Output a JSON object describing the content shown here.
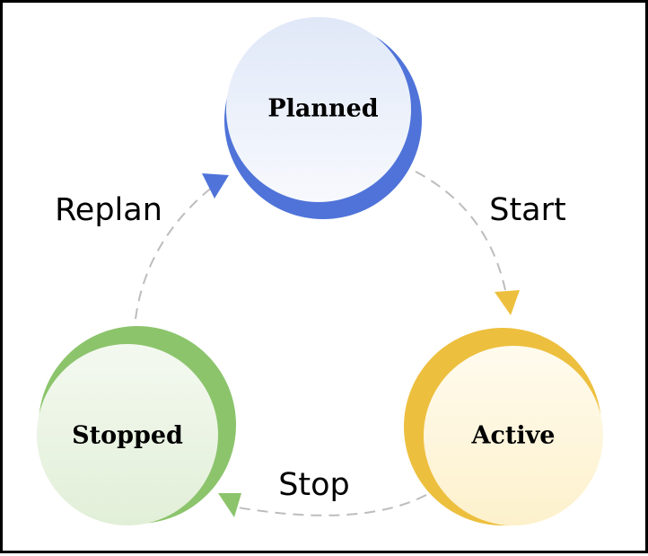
{
  "diagram": {
    "nodes": [
      {
        "id": "planned",
        "label": "Planned",
        "color": "#4F73D9",
        "fill_top": "#E0E8F8",
        "fill_bottom": "#F7F9FD"
      },
      {
        "id": "active",
        "label": "Active",
        "color": "#EDBF3E",
        "fill_top": "#FFF9E6",
        "fill_bottom": "#FDF3D2"
      },
      {
        "id": "stopped",
        "label": "Stopped",
        "color": "#8CC46C",
        "fill_top": "#F2F8EE",
        "fill_bottom": "#E3F0DA"
      }
    ],
    "edges": [
      {
        "from": "planned",
        "to": "active",
        "label": "Start"
      },
      {
        "from": "active",
        "to": "stopped",
        "label": "Stop"
      },
      {
        "from": "stopped",
        "to": "planned",
        "label": "Replan"
      }
    ],
    "edge_color": "#BDBDBD"
  }
}
